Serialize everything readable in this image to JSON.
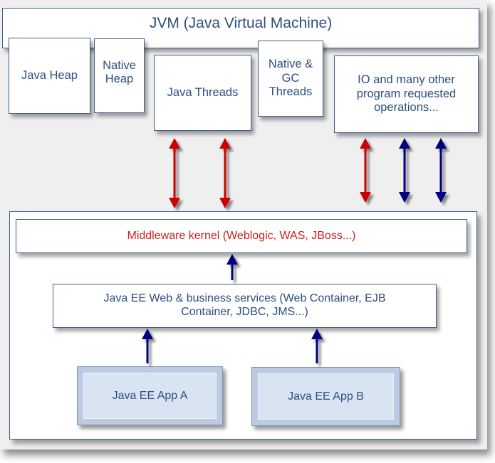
{
  "diagram": {
    "jvm": {
      "title": "JVM (Java Virtual Machine)"
    },
    "jvm_components": [
      {
        "id": "java-heap",
        "label": "Java Heap"
      },
      {
        "id": "native-heap",
        "label": "Native\nHeap"
      },
      {
        "id": "java-threads",
        "label": "Java Threads"
      },
      {
        "id": "native-gc-threads",
        "label": "Native &\nGC\nThreads"
      },
      {
        "id": "io-operations",
        "label": "IO and many other\nprogram requested\noperations..."
      }
    ],
    "middleware": {
      "label": "Middleware kernel (Weblogic, WAS, JBoss...)"
    },
    "services": {
      "label": "Java EE Web & business services (Web Container, EJB\nContainer, JDBC, JMS...)"
    },
    "apps": [
      {
        "id": "app-a",
        "label": "Java EE App A"
      },
      {
        "id": "app-b",
        "label": "Java EE App B"
      }
    ],
    "arrows": [
      {
        "name": "arrow-java-threads-1",
        "type": "bidirectional",
        "color": "#cc0000"
      },
      {
        "name": "arrow-java-threads-2",
        "type": "bidirectional",
        "color": "#cc0000"
      },
      {
        "name": "arrow-io-1",
        "type": "bidirectional",
        "color": "#cc0000"
      },
      {
        "name": "arrow-io-2",
        "type": "bidirectional",
        "color": "#000080"
      },
      {
        "name": "arrow-io-3",
        "type": "bidirectional",
        "color": "#000080"
      },
      {
        "name": "arrow-services-to-middleware",
        "type": "up",
        "color": "#000080"
      },
      {
        "name": "arrow-app-a-to-services",
        "type": "up",
        "color": "#000080"
      },
      {
        "name": "arrow-app-b-to-services",
        "type": "up",
        "color": "#000080"
      }
    ],
    "colors": {
      "border": "#3d5f8f",
      "text": "#2e4f7f",
      "highlight": "#cc1f1f",
      "background": "#efefef"
    }
  }
}
